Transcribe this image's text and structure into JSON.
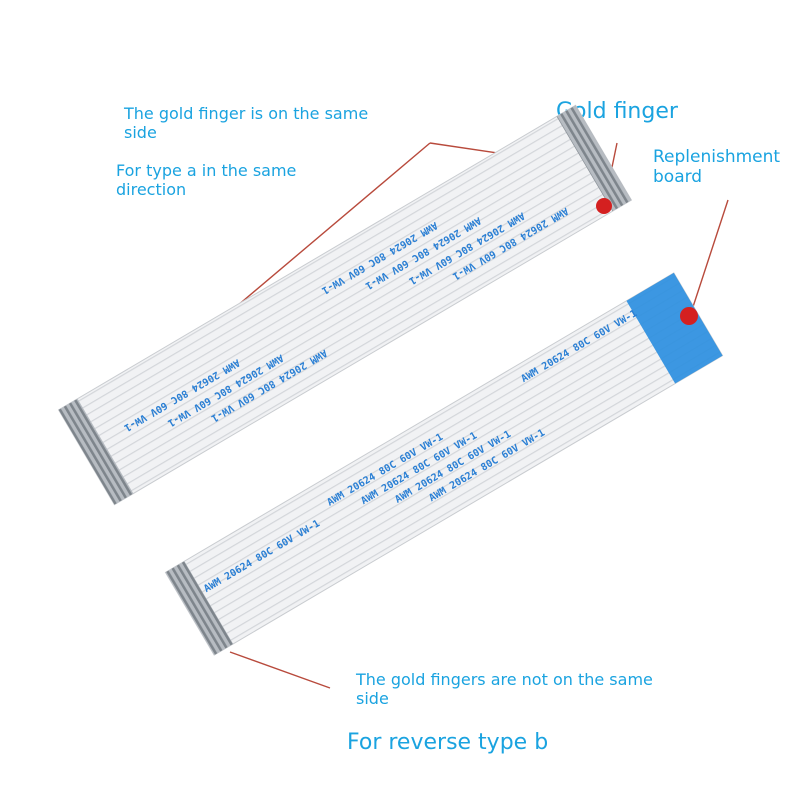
{
  "annotations": {
    "same_side": "The gold finger is on the same side",
    "type_a": "For type a in the same direction",
    "gold_finger": "Gold finger",
    "replenishment": "Replenishment board",
    "not_same_side": "The gold fingers are not on the same side",
    "type_b": "For reverse type b"
  },
  "cable_markings": {
    "spec": "AWM 20624 80C 60V VW-1"
  },
  "colors": {
    "label_text": "#1aa3e0",
    "cable_print": "#2a7fd4",
    "leader_line": "#b84a3c",
    "marker_dot": "#d42020",
    "stiffener": "#2d8fe0",
    "gold_finger": "#9aa0a6"
  }
}
